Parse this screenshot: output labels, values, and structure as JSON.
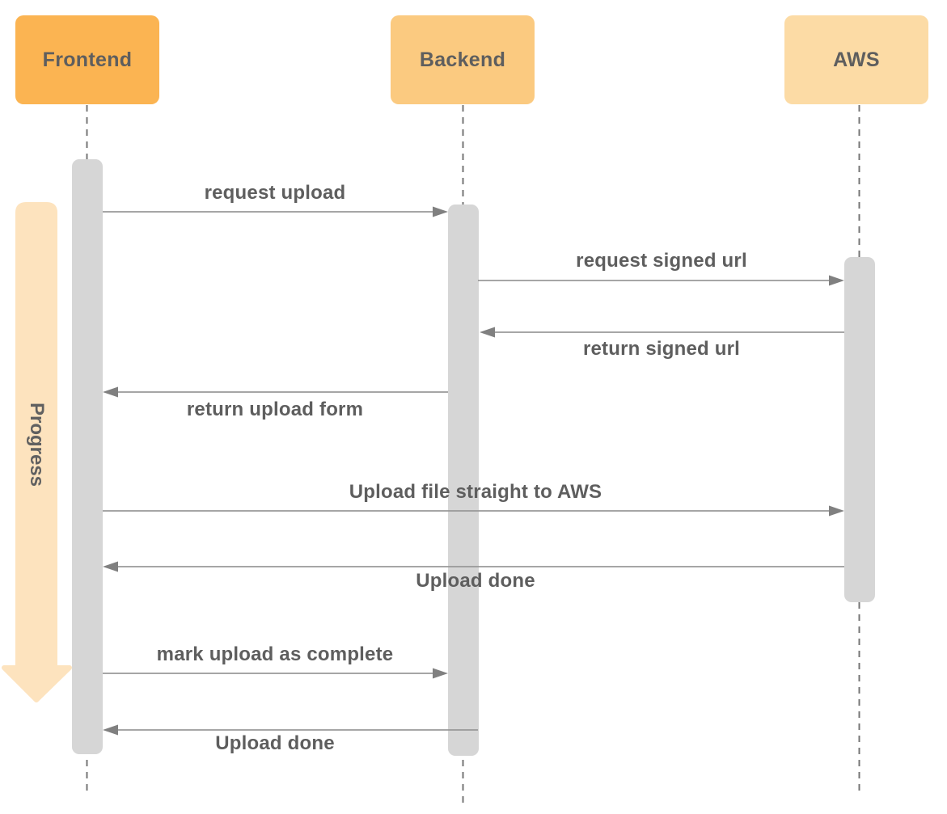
{
  "diagram": {
    "type": "sequence-diagram",
    "actors": [
      {
        "label": "Frontend",
        "color": "#fbb452"
      },
      {
        "label": "Backend",
        "color": "#fbca80"
      },
      {
        "label": "AWS",
        "color": "#fcdba5"
      }
    ],
    "progress_label": "Progress",
    "messages": [
      {
        "label": "request upload",
        "from": "Frontend",
        "to": "Backend",
        "label_position": "above"
      },
      {
        "label": "request signed url",
        "from": "Backend",
        "to": "AWS",
        "label_position": "above"
      },
      {
        "label": "return signed url",
        "from": "AWS",
        "to": "Backend",
        "label_position": "below"
      },
      {
        "label": "return upload form",
        "from": "Backend",
        "to": "Frontend",
        "label_position": "below"
      },
      {
        "label": "Upload file straight to AWS",
        "from": "Frontend",
        "to": "AWS",
        "label_position": "above"
      },
      {
        "label": "Upload done",
        "from": "AWS",
        "to": "Frontend",
        "label_position": "below"
      },
      {
        "label": "mark upload as complete",
        "from": "Frontend",
        "to": "Backend",
        "label_position": "above"
      },
      {
        "label": "Upload done",
        "from": "Backend",
        "to": "Frontend",
        "label_position": "below"
      }
    ],
    "colors": {
      "frontend_box": "#fbb452",
      "backend_box": "#fbca80",
      "aws_box": "#fcdba5",
      "progress_arrow": "#fde3be",
      "activation_bar": "#d6d6d6",
      "lifeline": "#757575",
      "message_line": "#999999",
      "arrowhead": "#808080",
      "text": "#5e5e5e"
    }
  }
}
